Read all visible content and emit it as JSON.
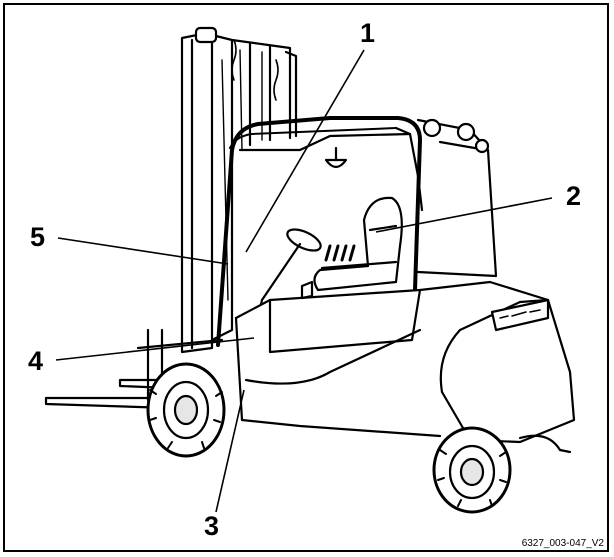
{
  "diagram": {
    "callouts": [
      {
        "id": "1",
        "label": "1"
      },
      {
        "id": "2",
        "label": "2"
      },
      {
        "id": "3",
        "label": "3"
      },
      {
        "id": "4",
        "label": "4"
      },
      {
        "id": "5",
        "label": "5"
      }
    ],
    "reference_code": "6327_003-047_V2",
    "colors": {
      "line": "#000000",
      "background": "#ffffff",
      "shade": "#e6e6e6"
    }
  }
}
